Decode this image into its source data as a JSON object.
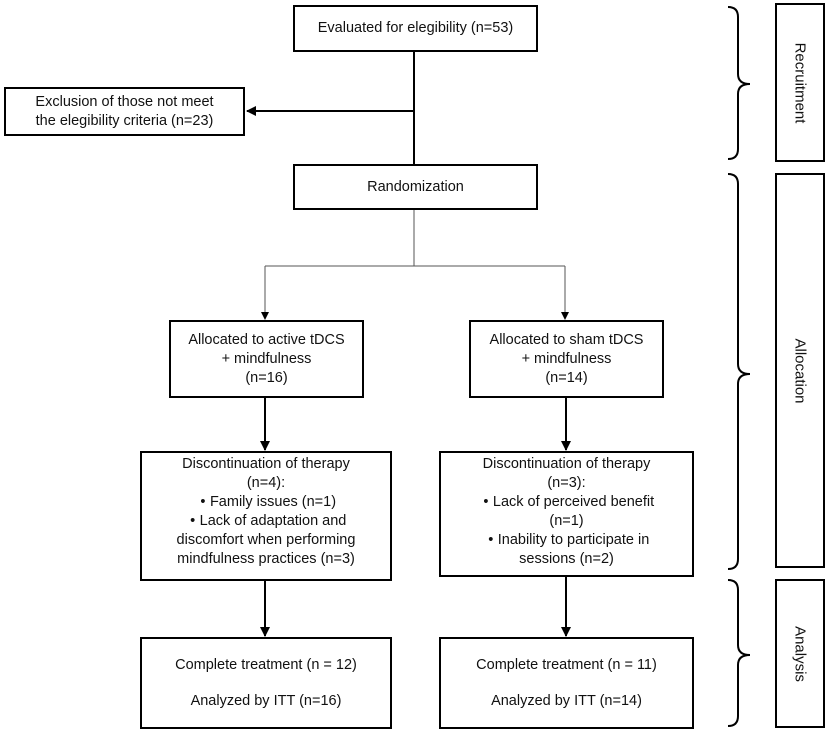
{
  "evaluated": {
    "text": "Evaluated for elegibility (n=53)"
  },
  "exclusion": {
    "line1": "Exclusion of those not meet",
    "line2": "the elegibility criteria (n=23)"
  },
  "randomization": {
    "text": "Randomization"
  },
  "active_alloc": {
    "line1": "Allocated to active tDCS",
    "line2": "+ mindfulness",
    "line3": "(n=16)"
  },
  "sham_alloc": {
    "line1": "Allocated to sham tDCS",
    "line2": "+ mindfulness",
    "line3": "(n=14)"
  },
  "active_disc": {
    "title": "Discontinuation of therapy",
    "count": "(n=4):",
    "bullet": "•",
    "item1": "Family issues (n=1)",
    "item2_line1": "Lack of adaptation and",
    "item2_line2": "discomfort when performing",
    "item2_line3": "mindfulness practices (n=3)"
  },
  "sham_disc": {
    "title": "Discontinuation of therapy",
    "count": "(n=3):",
    "bullet": "•",
    "item1_line1": "Lack of perceived benefit",
    "item1_line2": "(n=1)",
    "item2_line1": "Inability to participate in",
    "item2_line2": "sessions (n=2)"
  },
  "active_complete": {
    "line1": "Complete treatment (n = 12)",
    "line2": "Analyzed by ITT (n=16)"
  },
  "sham_complete": {
    "line1": "Complete treatment (n = 11)",
    "line2": "Analyzed by ITT (n=14)"
  },
  "stages": {
    "recruitment": "Recruitment",
    "allocation": "Allocation",
    "analysis": "Analysis"
  }
}
